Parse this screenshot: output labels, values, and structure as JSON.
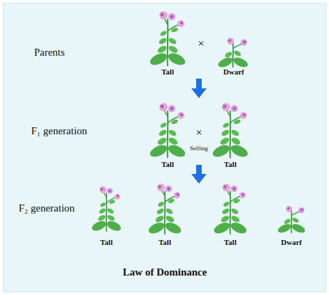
{
  "diagram": {
    "caption": "Law of Dominance",
    "labels": [
      "Parents",
      "Tall",
      "×",
      "Dwarf",
      "F₁ generation",
      "Tall",
      "×",
      "Selfing",
      "Tall",
      "F₂ generation",
      "Tall",
      "Tall",
      "Tall",
      "Dwarf"
    ]
  }
}
